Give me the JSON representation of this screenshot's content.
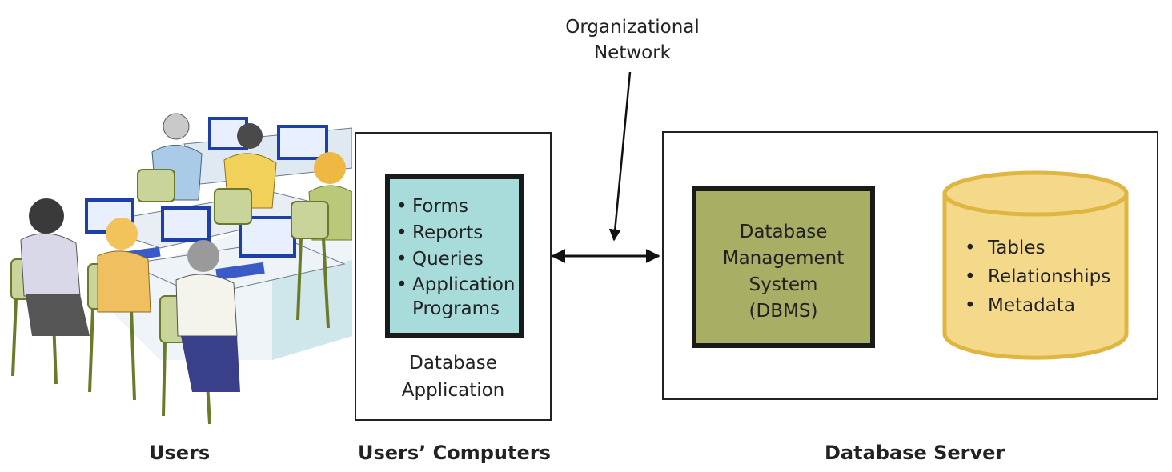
{
  "labels": {
    "users": "Users",
    "users_computers": "Users’ Computers",
    "database_server": "Database Server",
    "network_line1": "Organizational",
    "network_line2": "Network"
  },
  "application": {
    "items": [
      "Forms",
      "Reports",
      "Queries",
      "Application Programs"
    ],
    "caption_line1": "Database",
    "caption_line2": "Application"
  },
  "dbms": {
    "line1": "Database",
    "line2": "Management",
    "line3": "System",
    "line4": "(DBMS)"
  },
  "database": {
    "items": [
      "Tables",
      "Relationships",
      "Metadata"
    ]
  },
  "colors": {
    "application_fill": "#a8dcdb",
    "dbms_fill": "#a8ae63",
    "database_fill": "#f5d98a",
    "database_stroke": "#e0b642"
  }
}
